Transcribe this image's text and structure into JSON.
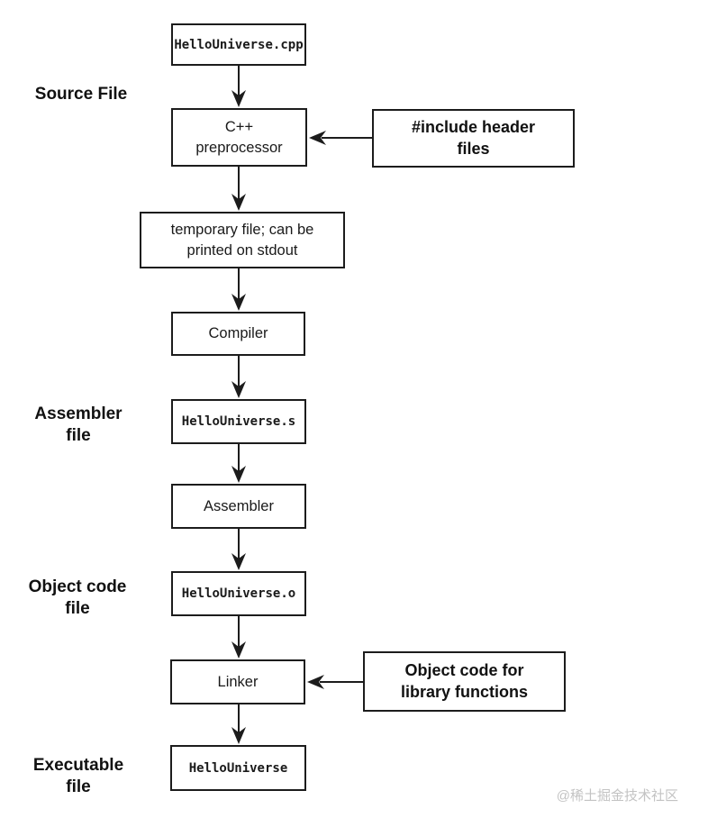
{
  "diagram": {
    "nodes": {
      "cpp_file": "HelloUniverse.cpp",
      "preprocessor": "C++\npreprocessor",
      "temp_file": "temporary file; can be\nprinted on stdout",
      "compiler": "Compiler",
      "asm_file": "HelloUniverse.s",
      "assembler": "Assembler",
      "obj_file": "HelloUniverse.o",
      "linker": "Linker",
      "exe_file": "HelloUniverse"
    },
    "inputs": {
      "headers": "#include header\nfiles",
      "lib_objects": "Object code for\nlibrary functions"
    },
    "stage_labels": {
      "source": "Source File",
      "assembler": "Assembler\nfile",
      "object": "Object code\nfile",
      "executable": "Executable\nfile"
    },
    "edges": [
      "cpp_file -> preprocessor",
      "headers -> preprocessor",
      "preprocessor -> temp_file",
      "temp_file -> compiler",
      "compiler -> asm_file",
      "asm_file -> assembler",
      "assembler -> obj_file",
      "obj_file -> linker",
      "lib_objects -> linker",
      "linker -> exe_file"
    ],
    "watermark": "@稀土掘金技术社区",
    "colors": {
      "line": "#1c1c1c",
      "box_background": "#ffffff",
      "background": "#ffffff",
      "watermark": "#c3c3c3"
    }
  }
}
